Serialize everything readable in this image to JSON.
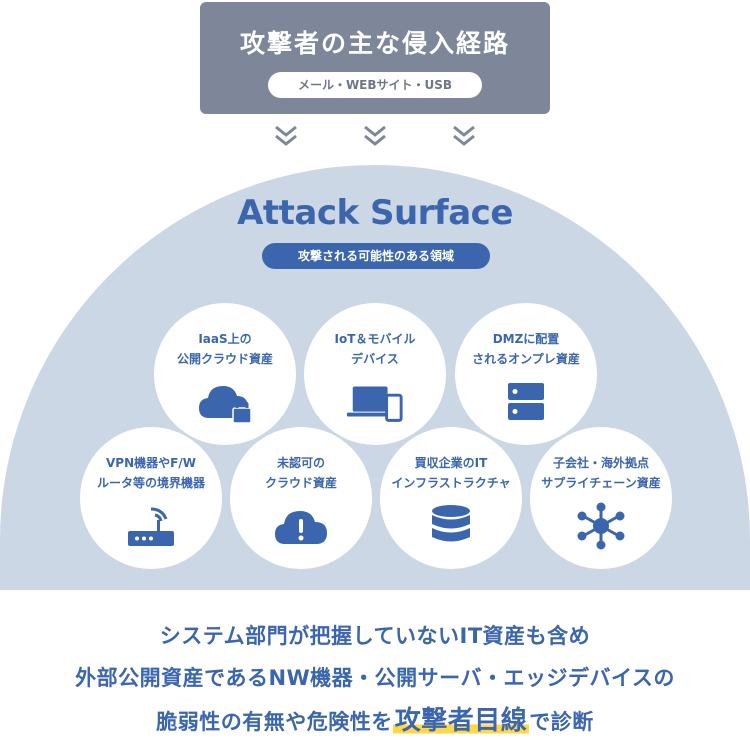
{
  "header": {
    "title": "攻撃者の主な侵入経路",
    "routes": "メール・WEBサイト・USB"
  },
  "surface": {
    "title": "Attack Surface",
    "subtitle": "攻撃される可能性のある領域"
  },
  "assets": [
    {
      "line1": "IaaS上の",
      "line2": "公開クラウド資産",
      "icon": "cloud-lock-icon"
    },
    {
      "line1": "IoT＆モバイル",
      "line2": "デバイス",
      "icon": "laptop-phone-icon"
    },
    {
      "line1": "DMZに配置",
      "line2": "されるオンプレ資産",
      "icon": "server-icon"
    },
    {
      "line1": "VPN機器やF/W",
      "line2": "ルータ等の境界機器",
      "icon": "router-icon"
    },
    {
      "line1": "未認可の",
      "line2": "クラウド資産",
      "icon": "cloud-warning-icon"
    },
    {
      "line1": "買収企業のIT",
      "line2": "インフラストラクチャ",
      "icon": "database-icon"
    },
    {
      "line1": "子会社・海外拠点",
      "line2": "サプライチェーン資産",
      "icon": "network-hub-icon"
    }
  ],
  "footer": {
    "line1": "システム部門が把握していないIT資産も含め",
    "line2": "外部公開資産であるNW機器・公開サーバ・エッジデバイスの",
    "line3_pre": "脆弱性の有無や危険性を",
    "line3_highlight": "攻撃者目線",
    "line3_post": "で診断"
  },
  "colors": {
    "accent": "#3b66ad",
    "header_bg": "#7e8699",
    "dome": "#ccd7e5",
    "highlight": "#ffd84a"
  }
}
